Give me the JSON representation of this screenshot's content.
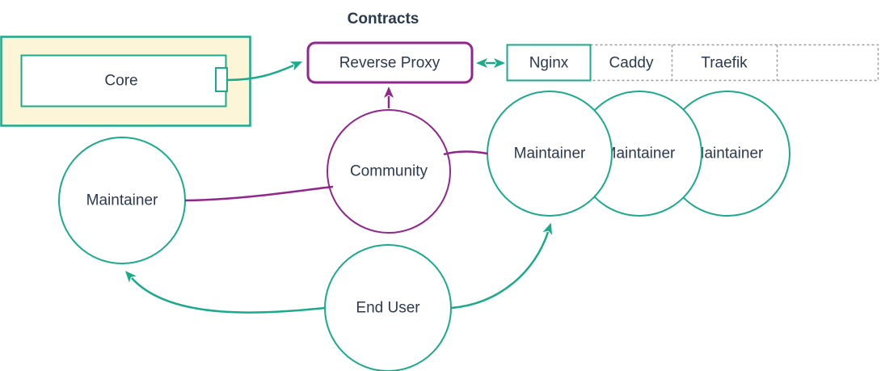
{
  "title": "Contracts",
  "colors": {
    "teal": "#1BAA8C",
    "purple": "#91278D",
    "text": "#2B3A4F",
    "core_fill": "#FCF5D8",
    "dash": "#9A9A9A"
  },
  "nodes": {
    "core": {
      "label": "Core"
    },
    "reverse_proxy": {
      "label": "Reverse Proxy"
    },
    "community": {
      "label": "Community"
    },
    "maintainer_left": {
      "label": "Maintainer"
    },
    "maintainers": [
      {
        "label": "Maintainer"
      },
      {
        "label": "Maintainer"
      },
      {
        "label": "Maintainer"
      }
    ],
    "end_user": {
      "label": "End User"
    }
  },
  "proxy_row": {
    "cells": [
      {
        "label": "Nginx"
      },
      {
        "label": "Caddy"
      },
      {
        "label": "Traefik"
      },
      {
        "label": ""
      }
    ]
  },
  "edges": [
    {
      "from": "Core",
      "to": "Reverse Proxy",
      "style": "arrow"
    },
    {
      "from": "Reverse Proxy",
      "to": "Nginx",
      "style": "double-arrow"
    },
    {
      "from": "Community",
      "to": "Reverse Proxy",
      "style": "arrow"
    },
    {
      "from": "Community",
      "to": "Maintainer (left)",
      "style": "line"
    },
    {
      "from": "Community",
      "to": "Maintainer (right)",
      "style": "line"
    },
    {
      "from": "End User",
      "to": "Maintainer (left)",
      "style": "arrow"
    },
    {
      "from": "End User",
      "to": "Maintainer (right)",
      "style": "arrow"
    }
  ]
}
